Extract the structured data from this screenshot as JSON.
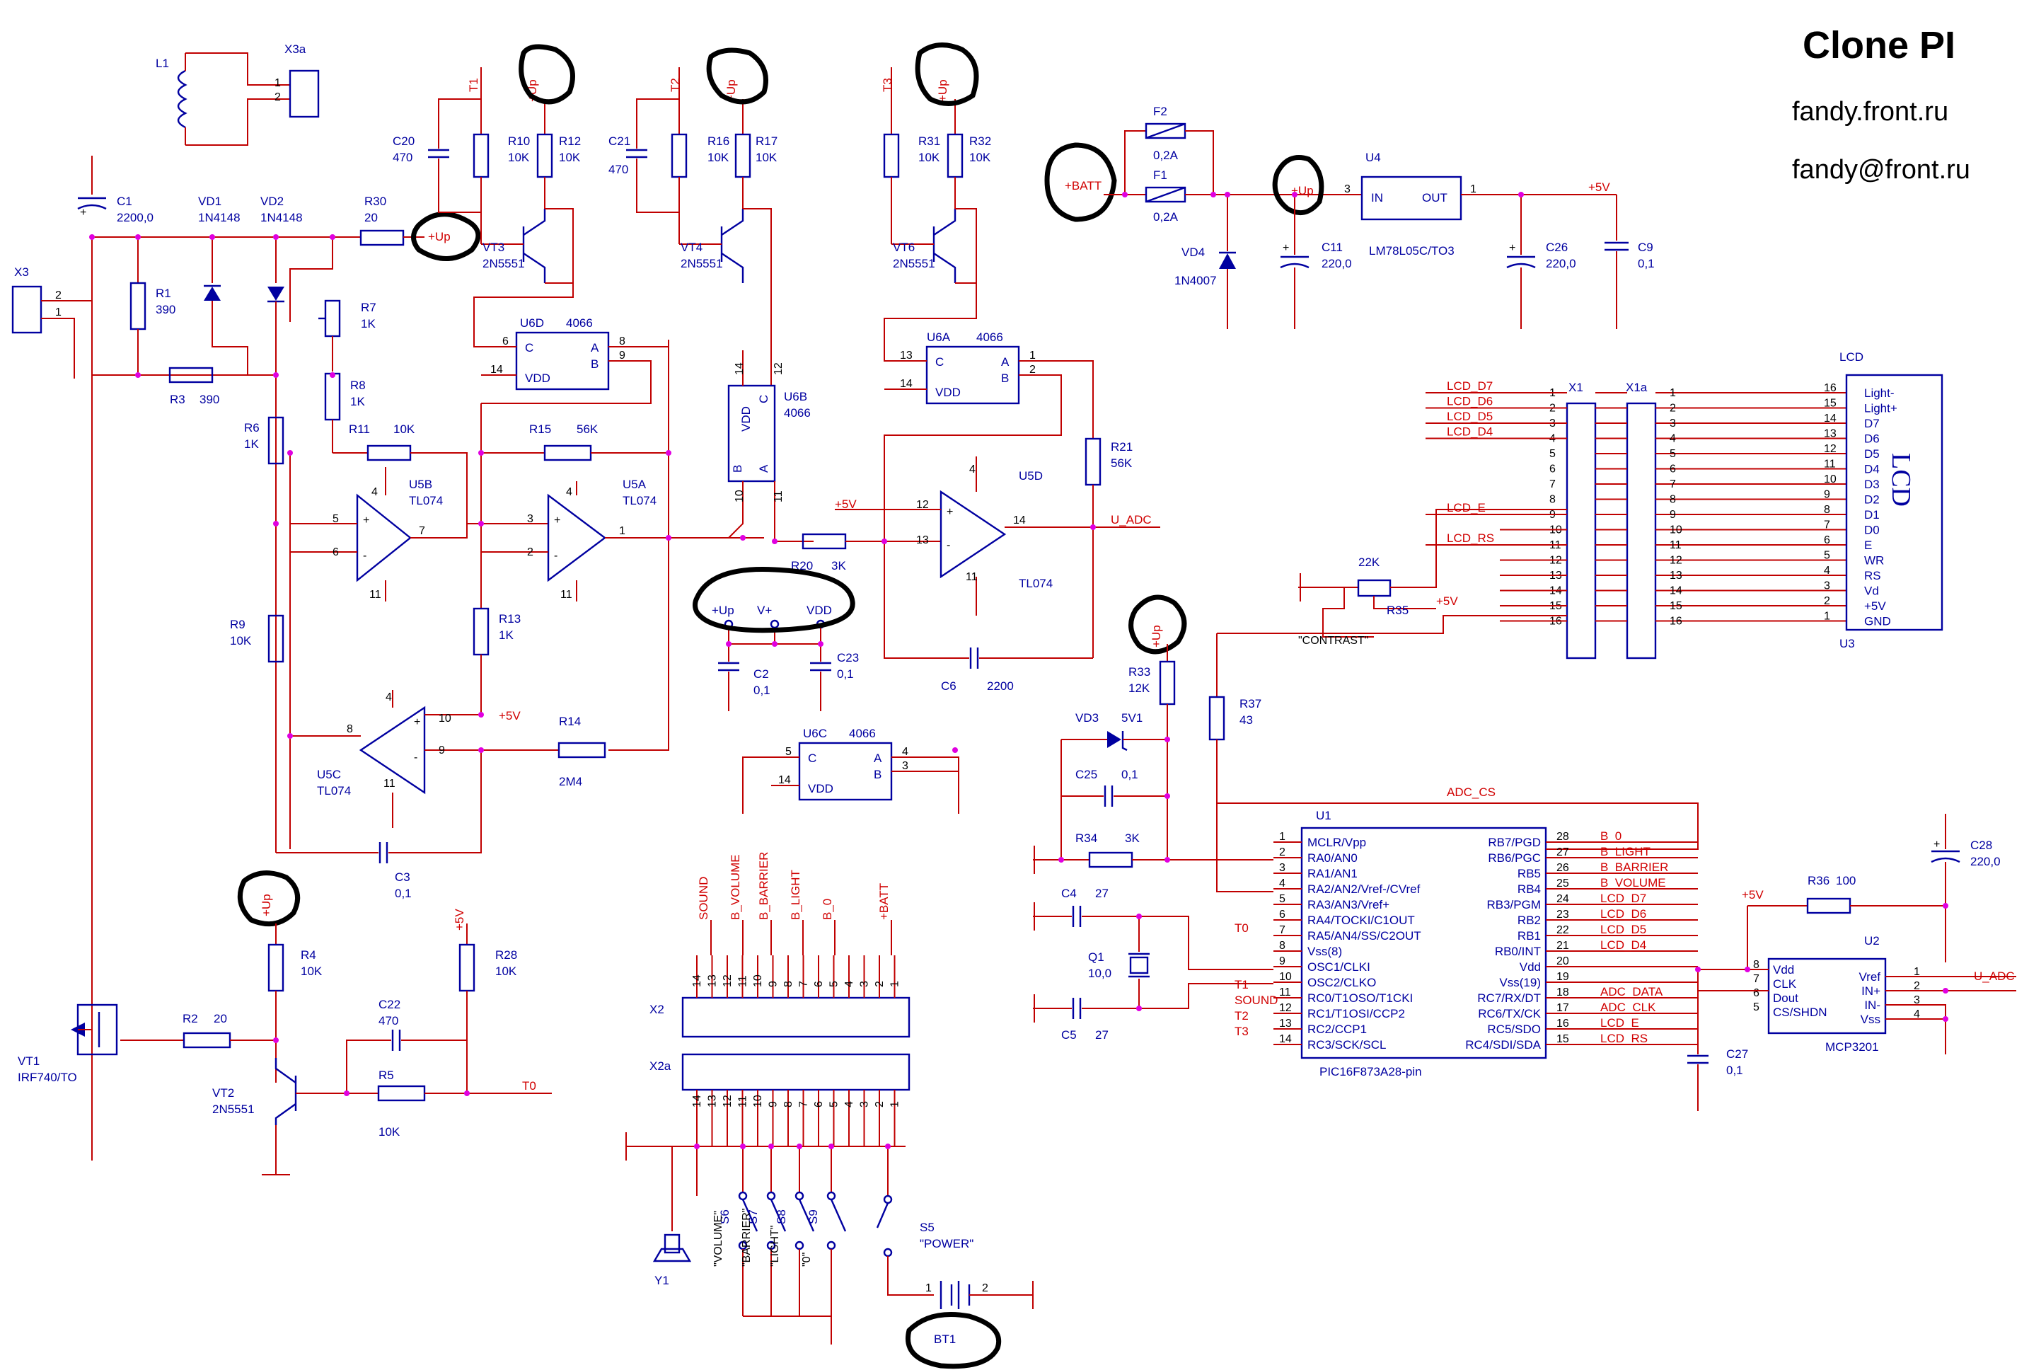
{
  "title": "Clone PI",
  "site": "fandy.front.ru",
  "email": "fandy@front.ru",
  "colors": {
    "wire": "#c00000",
    "symbol": "#0000a0",
    "junction": "#e000e0",
    "marker": "#000000"
  },
  "labels": {
    "L1": "L1",
    "X3a": "X3a",
    "X3": "X3",
    "C1": "C1",
    "C1v": "2200,0",
    "VD1": "VD1",
    "VD1v": "1N4148",
    "VD2": "VD2",
    "VD2v": "1N4148",
    "R30": "R30",
    "R30v": "20",
    "R1": "R1",
    "R1v": "390",
    "R7": "R7",
    "R7v": "1K",
    "R3": "R3",
    "R3v": "390",
    "R8": "R8",
    "R8v": "1K",
    "R6": "R6",
    "R6v": "1K",
    "R11": "R11",
    "R11v": "10K",
    "R15": "R15",
    "R15v": "56K",
    "T1": "T1",
    "T2": "T2",
    "T3": "T3",
    "T0": "T0",
    "Up": "+Up",
    "C20": "C20",
    "C20v": "470",
    "R10": "R10",
    "R10v": "10K",
    "R12": "R12",
    "R12v": "10K",
    "VT3": "VT3",
    "VT3v": "2N5551",
    "C21": "C21",
    "C21v": "470",
    "R16": "R16",
    "R16v": "10K",
    "R17": "R17",
    "R17v": "10K",
    "VT4": "VT4",
    "VT4v": "2N5551",
    "R31": "R31",
    "R31v": "10K",
    "R32": "R32",
    "R32v": "10K",
    "VT6": "VT6",
    "VT6v": "2N5551",
    "U6D": "U6D",
    "U6A": "U6A",
    "U6B": "U6B",
    "U6C": "U6C",
    "n4066": "4066",
    "C": "C",
    "A": "A",
    "B": "B",
    "VDD": "VDD",
    "U5B": "U5B",
    "U5A": "U5A",
    "U5C": "U5C",
    "U5D": "U5D",
    "TL074": "TL074",
    "R9": "R9",
    "R9v": "10K",
    "R13": "R13",
    "R13v": "1K",
    "R14": "R14",
    "R14v": "2M4",
    "R20": "R20",
    "R20v": "3K",
    "R21": "R21",
    "R21v": "56K",
    "C6": "C6",
    "C6v": "2200",
    "C3": "C3",
    "C3v": "0,1",
    "p5V": "+5V",
    "Vplus": "V+",
    "C2": "C2",
    "C2v": "0,1",
    "C23": "C23",
    "C23v": "0,1",
    "UADC": "U_ADC",
    "BATT": "+BATT",
    "F2": "F2",
    "F1": "F1",
    "Fv": "0,2A",
    "VD4": "VD4",
    "VD4v": "1N4007",
    "U4": "U4",
    "IN": "IN",
    "OUT": "OUT",
    "U4v": "LM78L05C/TO3",
    "C11": "C11",
    "C11v": "220,0",
    "C26": "C26",
    "C26v": "220,0",
    "C9": "C9",
    "C9v": "0,1",
    "X1": "X1",
    "X1a": "X1a",
    "LCD": "LCD",
    "U3": "U3",
    "R35": "R35",
    "R35v": "22K",
    "contrast": "\"CONTRAST\"",
    "R33": "R33",
    "R33v": "12K",
    "R37": "R37",
    "R37v": "43",
    "VD3": "VD3",
    "VD3v": "5V1",
    "C25": "C25",
    "C25v": "0,1",
    "R34": "R34",
    "R34v": "3K",
    "ADCCS": "ADC_CS",
    "U1": "U1",
    "U1v": "PIC16F873A28-pin",
    "C4": "C4",
    "C4v": "27",
    "C5": "C5",
    "C5v": "27",
    "Q1": "Q1",
    "Q1v": "10,0",
    "R4": "R4",
    "R4v": "10K",
    "R28": "R28",
    "R28v": "10K",
    "R2": "R2",
    "R2v": "20",
    "C22": "C22",
    "C22v": "470",
    "R5": "R5",
    "R5v": "10K",
    "VT2": "VT2",
    "VT2v": "2N5551",
    "VT1": "VT1",
    "VT1v": "IRF740/TO",
    "X2": "X2",
    "X2a": "X2a",
    "Y1": "Y1",
    "S6": "S6",
    "S7": "S7",
    "S8": "S8",
    "S9": "S9",
    "S5": "S5",
    "POWER": "\"POWER\"",
    "VOLUME": "\"VOLUME\"",
    "BARRIER": "\"BARRIER\"",
    "LIGHT": "\"LIGHT\"",
    "ZERO": "\"0\"",
    "BT1": "BT1",
    "C27": "C27",
    "C27v": "0,1",
    "C28": "C28",
    "C28v": "220,0",
    "R36": "R36",
    "R36v": "100",
    "U2": "U2",
    "U2v": "MCP3201",
    "SOUND": "SOUND",
    "BVOL": "B_VOLUME",
    "BBAR": "B_BARRIER",
    "BLIG": "B_LIGHT",
    "B0": "B_0"
  },
  "pic_left_pins": [
    {
      "num": "1",
      "name": "MCLR/Vpp"
    },
    {
      "num": "2",
      "name": "RA0/AN0"
    },
    {
      "num": "3",
      "name": "RA1/AN1"
    },
    {
      "num": "4",
      "name": "RA2/AN2/Vref-/CVref"
    },
    {
      "num": "5",
      "name": "RA3/AN3/Vref+"
    },
    {
      "num": "6",
      "name": "RA4/TOCKI/C1OUT"
    },
    {
      "num": "7",
      "name": "RA5/AN4/SS/C2OUT"
    },
    {
      "num": "8",
      "name": "Vss(8)"
    },
    {
      "num": "9",
      "name": "OSC1/CLKI"
    },
    {
      "num": "10",
      "name": "OSC2/CLKO"
    },
    {
      "num": "11",
      "name": "RC0/T1OSO/T1CKI"
    },
    {
      "num": "12",
      "name": "RC1/T1OSI/CCP2"
    },
    {
      "num": "13",
      "name": "RC2/CCP1"
    },
    {
      "num": "14",
      "name": "RC3/SCK/SCL"
    }
  ],
  "pic_right_pins": [
    {
      "num": "28",
      "name": "RB7/PGD",
      "net": "B_0"
    },
    {
      "num": "27",
      "name": "RB6/PGC",
      "net": "B_LIGHT"
    },
    {
      "num": "26",
      "name": "RB5",
      "net": "B_BARRIER"
    },
    {
      "num": "25",
      "name": "RB4",
      "net": "B_VOLUME"
    },
    {
      "num": "24",
      "name": "RB3/PGM",
      "net": "LCD_D7"
    },
    {
      "num": "23",
      "name": "RB2",
      "net": "LCD_D6"
    },
    {
      "num": "22",
      "name": "RB1",
      "net": "LCD_D5"
    },
    {
      "num": "21",
      "name": "RB0/INT",
      "net": "LCD_D4"
    },
    {
      "num": "20",
      "name": "Vdd",
      "net": ""
    },
    {
      "num": "19",
      "name": "Vss(19)",
      "net": ""
    },
    {
      "num": "18",
      "name": "RC7/RX/DT",
      "net": "ADC_DATA"
    },
    {
      "num": "17",
      "name": "RC6/TX/CK",
      "net": "ADC_CLK"
    },
    {
      "num": "16",
      "name": "RC5/SDO",
      "net": "LCD_E"
    },
    {
      "num": "15",
      "name": "RC4/SDI/SDA",
      "net": "LCD_RS"
    }
  ],
  "pic_left_nets": {
    "T0": "T0",
    "T1": "T1",
    "SOUND": "SOUND",
    "T2": "T2",
    "T3": "T3"
  },
  "lcd_nets": [
    {
      "pin": "1",
      "net": "LCD_D7"
    },
    {
      "pin": "2",
      "net": "LCD_D6"
    },
    {
      "pin": "3",
      "net": "LCD_D5"
    },
    {
      "pin": "4",
      "net": "LCD_D4"
    },
    {
      "pin": "9",
      "net": "LCD_E"
    },
    {
      "pin": "11",
      "net": "LCD_RS"
    }
  ],
  "lcd_pins": [
    {
      "num": "16",
      "name": "Light-"
    },
    {
      "num": "15",
      "name": "Light+"
    },
    {
      "num": "14",
      "name": "D7"
    },
    {
      "num": "13",
      "name": "D6"
    },
    {
      "num": "12",
      "name": "D5"
    },
    {
      "num": "11",
      "name": "D4"
    },
    {
      "num": "10",
      "name": "D3"
    },
    {
      "num": "9",
      "name": "D2"
    },
    {
      "num": "8",
      "name": "D1"
    },
    {
      "num": "7",
      "name": "D0"
    },
    {
      "num": "6",
      "name": "E"
    },
    {
      "num": "5",
      "name": "WR"
    },
    {
      "num": "4",
      "name": "RS"
    },
    {
      "num": "3",
      "name": "Vd"
    },
    {
      "num": "2",
      "name": "+5V"
    },
    {
      "num": "1",
      "name": "GND"
    }
  ],
  "mcp_left_pins": [
    {
      "num": "8",
      "name": "Vdd"
    },
    {
      "num": "7",
      "name": "CLK"
    },
    {
      "num": "6",
      "name": "Dout"
    },
    {
      "num": "5",
      "name": "CS/SHDN"
    }
  ],
  "mcp_right_pins": [
    {
      "num": "1",
      "name": "Vref"
    },
    {
      "num": "2",
      "name": "IN+"
    },
    {
      "num": "3",
      "name": "IN-"
    },
    {
      "num": "4",
      "name": "Vss"
    }
  ],
  "x2_pins": [
    "14",
    "13",
    "12",
    "11",
    "10",
    "9",
    "8",
    "7",
    "6",
    "5",
    "4",
    "3",
    "2",
    "1"
  ],
  "x2_nets": [
    "SOUND",
    "B_VOLUME",
    "B_BARRIER",
    "B_LIGHT",
    "B_0",
    "+BATT"
  ],
  "power_header": [
    "+Up",
    "V+",
    "VDD"
  ]
}
